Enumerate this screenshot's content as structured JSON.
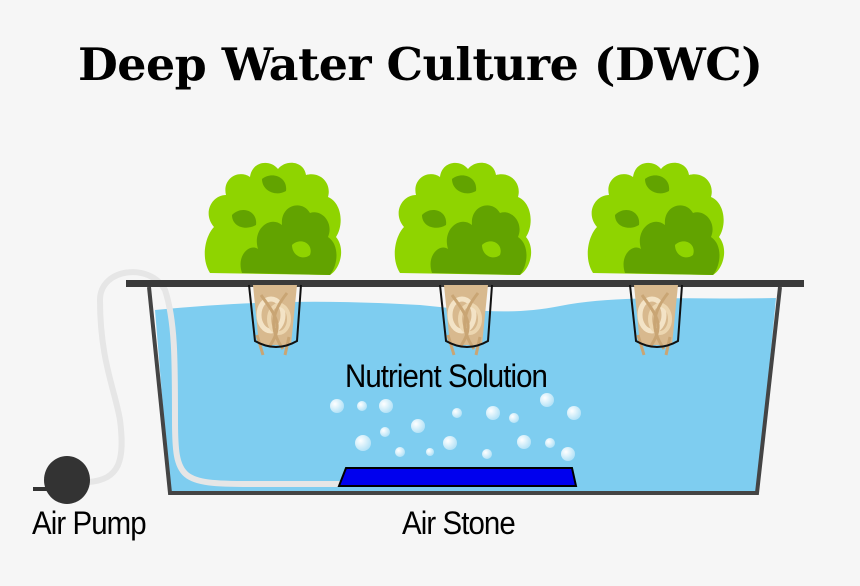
{
  "title": "Deep Water Culture (DWC)",
  "labels": {
    "nutrient_solution": "Nutrient Solution",
    "air_pump": "Air Pump",
    "air_stone": "Air Stone"
  },
  "colors": {
    "water": "#7ecdf0",
    "air_stone": "#0000ee",
    "pump": "#333333",
    "leaf_light": "#8fd400",
    "leaf_dark": "#62a300",
    "tank_outline": "#444444",
    "tube": "#e6e6e6",
    "root": "#d8b98e"
  }
}
